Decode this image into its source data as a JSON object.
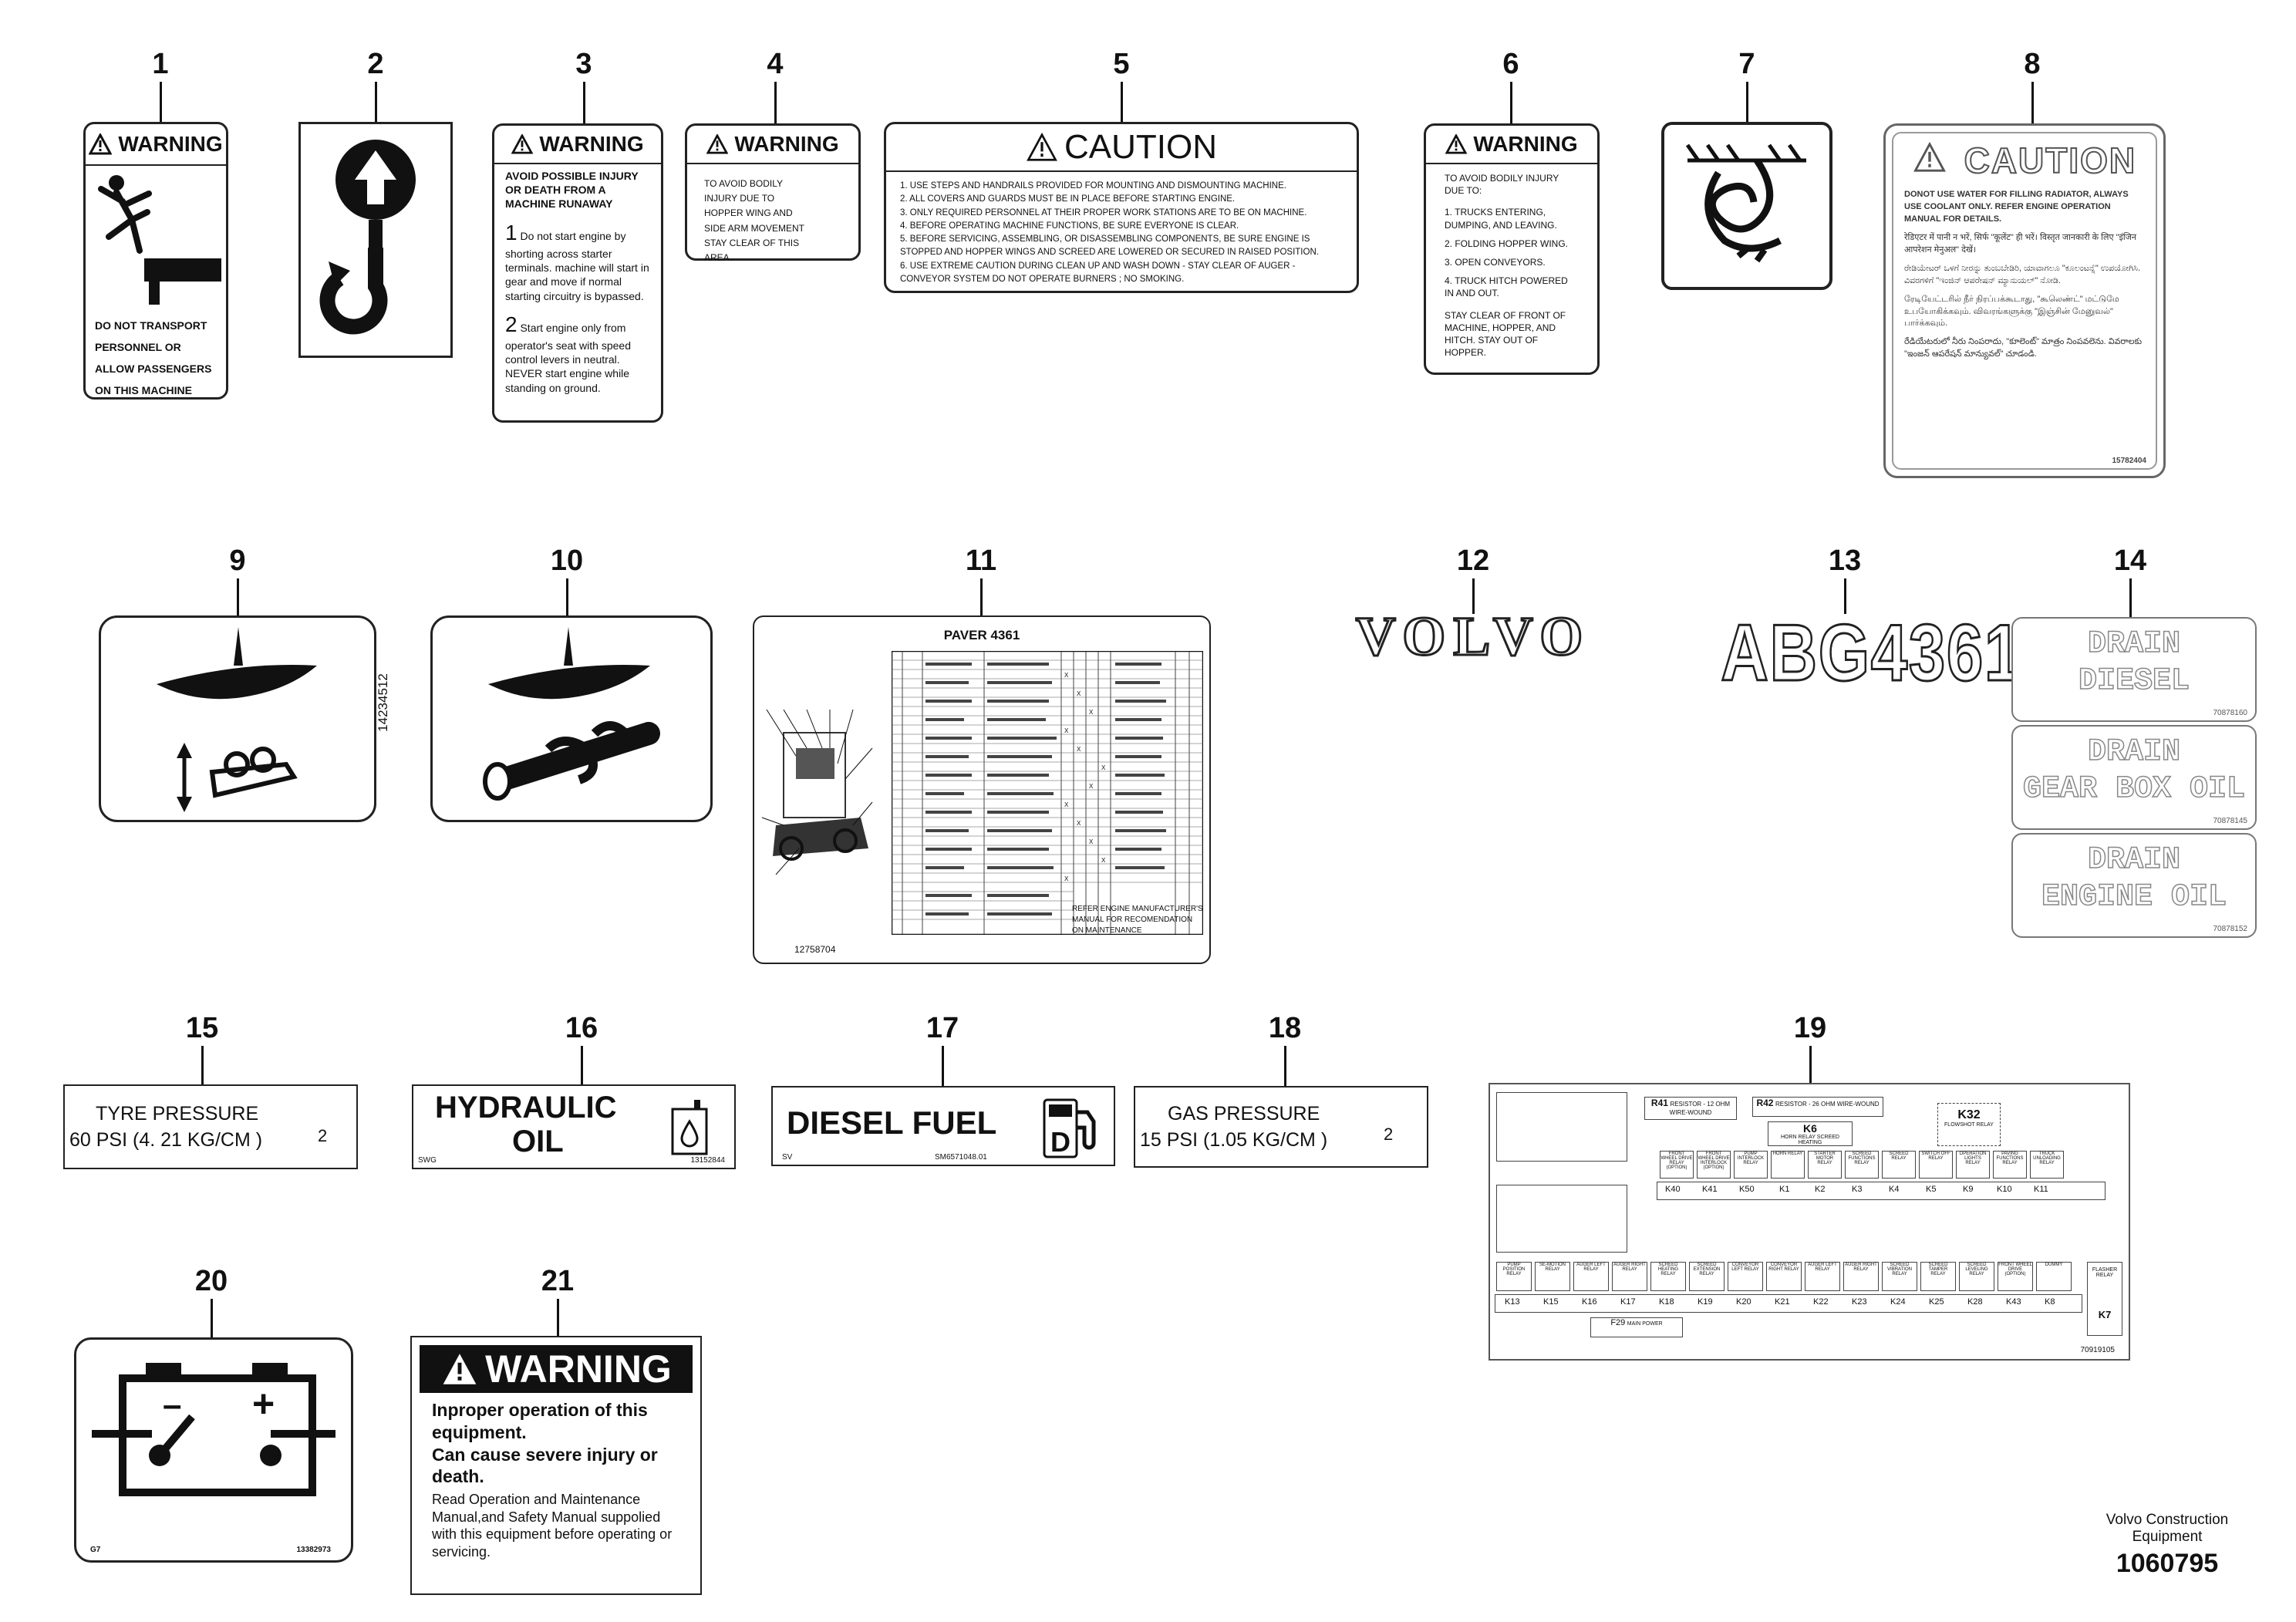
{
  "callouts": [
    "1",
    "2",
    "3",
    "4",
    "5",
    "6",
    "7",
    "8",
    "9",
    "10",
    "11",
    "12",
    "13",
    "14",
    "15",
    "16",
    "17",
    "18",
    "19",
    "20",
    "21"
  ],
  "d1": {
    "header": "WARNING",
    "lines": [
      "DO NOT TRANSPORT",
      "PERSONNEL OR",
      "ALLOW PASSENGERS",
      "ON THIS MACHINE"
    ]
  },
  "d3": {
    "header": "WARNING",
    "title": "AVOID POSSIBLE INJURY OR DEATH FROM A MACHINE RUNAWAY",
    "step1_num": "1",
    "step1": "Do not start engine by shorting across starter terminals. machine will start in gear and move if normal starting circuitry is bypassed.",
    "step2_num": "2",
    "step2": "Start engine only from operator's seat with speed control levers in neutral. NEVER start engine while standing on ground."
  },
  "d4": {
    "header": "WARNING",
    "text": "TO AVOID BODILY INJURY DUE TO HOPPER WING AND SIDE ARM MOVEMENT STAY CLEAR OF THIS AREA."
  },
  "d5": {
    "header": "CAUTION",
    "items": [
      "1.  USE STEPS AND HANDRAILS PROVIDED FOR MOUNTING AND DISMOUNTING MACHINE.",
      "2.  ALL COVERS AND GUARDS MUST BE IN PLACE BEFORE STARTING ENGINE.",
      "3.  ONLY REQUIRED PERSONNEL AT THEIR PROPER WORK STATIONS ARE TO BE ON MACHINE.",
      "4.  BEFORE OPERATING MACHINE FUNCTIONS, BE SURE EVERYONE IS CLEAR.",
      "5.  BEFORE SERVICING, ASSEMBLING, OR DISASSEMBLING COMPONENTS, BE SURE ENGINE IS STOPPED AND HOPPER WINGS AND SCREED ARE LOWERED OR SECURED IN RAISED POSITION.",
      "6.  USE EXTREME CAUTION DURING CLEAN UP AND WASH DOWN - STAY CLEAR OF AUGER - CONVEYOR SYSTEM DO NOT OPERATE BURNERS ; NO SMOKING."
    ]
  },
  "d6": {
    "header": "WARNING",
    "intro": "TO AVOID BODILY INJURY DUE TO:",
    "items": [
      "1.  TRUCKS ENTERING, DUMPING, AND LEAVING.",
      "2.  FOLDING HOPPER WING.",
      "3.  OPEN CONVEYORS.",
      "4.  TRUCK HITCH POWERED IN AND OUT."
    ],
    "outro": "STAY CLEAR OF FRONT OF MACHINE, HOPPER, AND HITCH. STAY OUT OF HOPPER."
  },
  "d8": {
    "header": "CAUTION",
    "en": "DONOT USE WATER FOR FILLING RADIATOR, ALWAYS USE COOLANT ONLY. REFER ENGINE OPERATION MANUAL FOR DETAILS.",
    "hi": "रेडिएटर में पानी न भरें, सिर्फ \"कूलेंट\" ही भरें। विस्तृत जानकारी के लिए \"इंजिन आपरेशन मेनुअल\" देखें।",
    "kn": "ರೇಡಿಯೇಟರ್ ಒಳಗೆ ನೀರನ್ನು ತುಂಬಬೇಡಿರಿ, ಯಾವಾಗಲೂ \"ಕೂಲಂಟನ್ನೆ\" ಉಪಯೋಗಿಸಿ. ವಿವರಗಳಿಗೆ \"ಇಂಜಿನ್ ಆಪರೇಷನ್ ಮ್ಯಾನುಯಲ್\" ನೋಡಿ.",
    "ta": "ரேடியேட்டரில் நீர் நிரப்பக்கூடாது, \"கூலெண்ட்\" மட்டுமே உபயோகிக்கவும். விவரங்களுக்கு \"இஞ்சின் மேனுவல்\" பார்க்கவும்.",
    "te": "రేడియేటరులో నీరు నింపరాదు, \"కూలెంట్\" మాత్రం నింపవలెను. వివరాలకు \"ఇంజన్ ఆపరేషన్ మాన్యువల్\" చూడండి.",
    "code": "15782404"
  },
  "d9": {
    "code": "14234512"
  },
  "d11": {
    "title": "PAVER 4361",
    "code": "12758704",
    "note": "REFER ENGINE MANUFACTURER'S MANUAL FOR RECOMENDATION ON MAINTENANCE"
  },
  "d12": {
    "text": "VOLVO"
  },
  "d13": {
    "text": "ABG4361"
  },
  "d14": [
    {
      "line1": "DRAIN",
      "line2": "DIESEL",
      "code": "70878160"
    },
    {
      "line1": "DRAIN",
      "line2": "GEAR BOX OIL",
      "code": "70878145"
    },
    {
      "line1": "DRAIN",
      "line2": "ENGINE OIL",
      "code": "70878152"
    }
  ],
  "d15": {
    "title": "TYRE PRESSURE",
    "value": "60 PSI (4.    21 KG/CM  )",
    "sup": "2"
  },
  "d16": {
    "line1": "HYDRAULIC",
    "line2": "OIL",
    "left_code": "SWG",
    "code": "13152844"
  },
  "d17": {
    "text": "DIESEL FUEL",
    "pump_letter": "D",
    "left_code": "SV",
    "code": "SM6571048.01"
  },
  "d18": {
    "title": "GAS PRESSURE",
    "value": "15 PSI (1.05 KG/CM  )",
    "sup": "2"
  },
  "d19": {
    "r41": "R41",
    "r41_text": "RESISTOR - 12 OHM WIRE-WOUND",
    "r42": "R42",
    "r42_text": "RESISTOR - 26 OHM WIRE-WOUND",
    "k6": "K6",
    "k6_text": "HORN RELAY SCREED HEATING",
    "k32": "K32",
    "k32_text": "FLOWSHOT RELAY",
    "top_relays": [
      "K40",
      "K41",
      "K50",
      "K1",
      "K2",
      "K3",
      "K4",
      "K5",
      "K9",
      "K10",
      "K11"
    ],
    "top_relay_names": [
      "FRONT WHEEL DRIVE RELAY (OPTION)",
      "FRONT WHEEL DRIVE INTERLOCK (OPTION)",
      "PUMP INTERLOCK RELAY",
      "HORN RELAY",
      "STARTER MOTOR RELAY",
      "SCREED FUNCTIONS RELAY",
      "SCREED RELAY",
      "SWITCH OFF RELAY",
      "OPERATION LIGHTS RELAY",
      "PAVING FUNCTIONS RELAY",
      "TRUCK UNLOADING RELAY"
    ],
    "bottom_relays": [
      "K13",
      "K15",
      "K16",
      "K17",
      "K18",
      "K19",
      "K20",
      "K21",
      "K22",
      "K23",
      "K24",
      "K25",
      "K28",
      "K43",
      "K8"
    ],
    "bottom_relay_names": [
      "PUMP POSITION RELAY",
      "SE-MOTION RELAY",
      "AUGER LEFT RELAY",
      "AUGER RIGHT RELAY",
      "SCREED HEATING RELAY",
      "SCREED EXTENSION RELAY",
      "CONVEYOR LEFT RELAY",
      "CONVEYOR RIGHT RELAY",
      "AUGER LEFT RELAY",
      "AUGER RIGHT RELAY",
      "SCREED VIBRATION RELAY",
      "SCREED TAMPER RELAY",
      "SCREED LEVELING RELAY",
      "FRONT WHEEL DRIVE (OPTION)",
      "DUMMY"
    ],
    "k7": "K7",
    "k7_text": "FLASHER RELAY",
    "f29": "F29",
    "f29_text": "MAIN POWER",
    "code": "70919105"
  },
  "d20": {
    "left_code": "G7",
    "code": "13382973",
    "minus": "–",
    "plus": "+"
  },
  "d21": {
    "header": "WARNING",
    "bold1": "Inproper operation of this equipment.",
    "bold2": "Can cause severe injury or death.",
    "body": "Read Operation and Maintenance Manual,and Safety Manual suppolied with this equipment before operating or servicing."
  },
  "footer": {
    "line1": "Volvo Construction",
    "line2": "Equipment",
    "ref": "1060795"
  }
}
